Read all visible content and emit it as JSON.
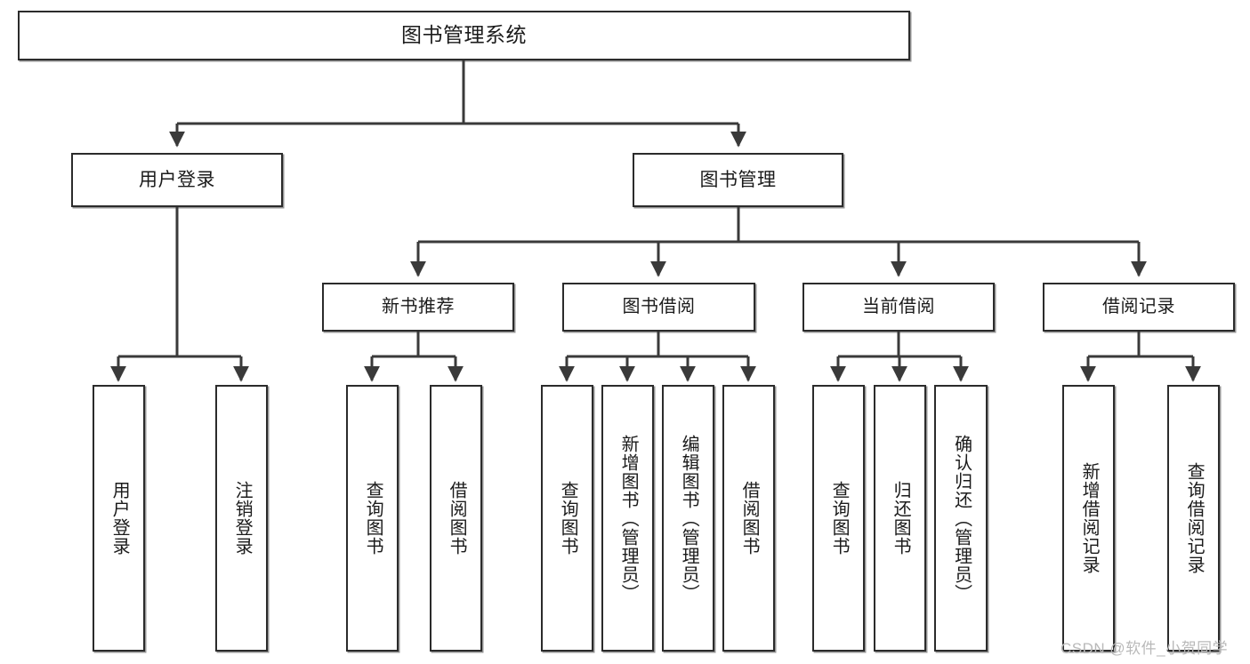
{
  "diagram": {
    "title": "图书管理系统",
    "type": "tree",
    "orientation": "top-down",
    "colors": {
      "box_stroke": "#2b2b2b",
      "box_fill": "#ffffff",
      "edge": "#3a3a3a",
      "text": "#1b1b1b",
      "watermark": "#b9b9b9"
    },
    "root": {
      "id": "root",
      "label": "图书管理系统"
    },
    "level2": [
      {
        "id": "user-login",
        "label": "用户登录"
      },
      {
        "id": "book-manage",
        "label": "图书管理"
      }
    ],
    "level3": [
      {
        "id": "new-book-recommend",
        "label": "新书推荐",
        "parent": "book-manage"
      },
      {
        "id": "book-borrow",
        "label": "图书借阅",
        "parent": "book-manage"
      },
      {
        "id": "current-borrow",
        "label": "当前借阅",
        "parent": "book-manage"
      },
      {
        "id": "borrow-record",
        "label": "借阅记录",
        "parent": "book-manage"
      }
    ],
    "leaves": [
      {
        "id": "leaf-user-login",
        "label": "用户登录",
        "parent": "user-login"
      },
      {
        "id": "leaf-logout-login",
        "label": "注销登录",
        "parent": "user-login"
      },
      {
        "id": "leaf-query-book-1",
        "label": "查询图书",
        "parent": "new-book-recommend"
      },
      {
        "id": "leaf-borrow-book-1",
        "label": "借阅图书",
        "parent": "new-book-recommend"
      },
      {
        "id": "leaf-query-book-2",
        "label": "查询图书",
        "parent": "book-borrow"
      },
      {
        "id": "leaf-add-book",
        "label": "新增图书（管理员）",
        "parent": "book-borrow"
      },
      {
        "id": "leaf-edit-book",
        "label": "编辑图书（管理员）",
        "parent": "book-borrow"
      },
      {
        "id": "leaf-borrow-book-2",
        "label": "借阅图书",
        "parent": "book-borrow"
      },
      {
        "id": "leaf-query-book-3",
        "label": "查询图书",
        "parent": "current-borrow"
      },
      {
        "id": "leaf-return-book",
        "label": "归还图书",
        "parent": "current-borrow"
      },
      {
        "id": "leaf-confirm-return",
        "label": "确认归还（管理员）",
        "parent": "current-borrow"
      },
      {
        "id": "leaf-add-record",
        "label": "新增借阅记录",
        "parent": "borrow-record"
      },
      {
        "id": "leaf-query-record",
        "label": "查询借阅记录",
        "parent": "borrow-record"
      }
    ]
  },
  "watermark": {
    "text": "CSDN @软件_小贺同学"
  }
}
